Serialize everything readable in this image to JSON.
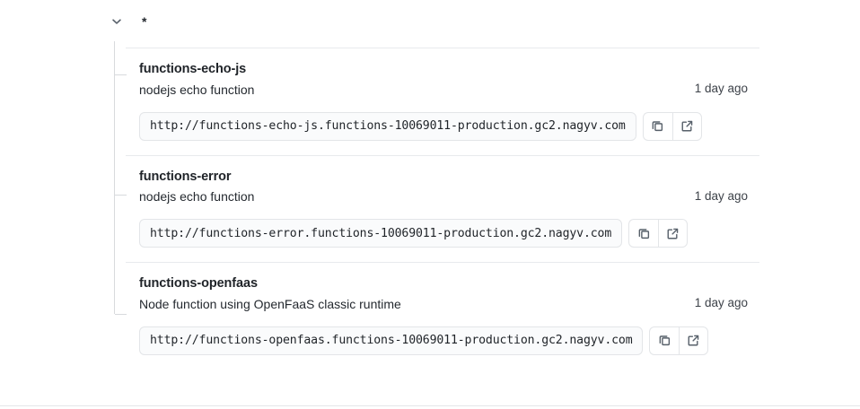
{
  "group": {
    "name": "*",
    "chevron_icon": "chevron-down-icon",
    "expanded": true
  },
  "icons": {
    "copy": "copy-icon",
    "external_link": "external-link-icon"
  },
  "functions": [
    {
      "title": "functions-echo-js",
      "description": "nodejs echo function",
      "updated": "1 day ago",
      "url": "http://functions-echo-js.functions-10069011-production.gc2.nagyv.com",
      "copy_label": "",
      "open_label": ""
    },
    {
      "title": "functions-error",
      "description": "nodejs echo function",
      "updated": "1 day ago",
      "url": "http://functions-error.functions-10069011-production.gc2.nagyv.com",
      "copy_label": "",
      "open_label": ""
    },
    {
      "title": "functions-openfaas",
      "description": "Node function using OpenFaaS classic runtime",
      "updated": "1 day ago",
      "url": "http://functions-openfaas.functions-10069011-production.gc2.nagyv.com",
      "copy_label": "",
      "open_label": ""
    }
  ],
  "colors": {
    "text_primary": "#1f2328",
    "text_secondary": "#57606a",
    "border": "#e3e5e8",
    "separator": "#e8eaed",
    "input_bg": "#fafbfc",
    "page_bg": "#ffffff"
  }
}
